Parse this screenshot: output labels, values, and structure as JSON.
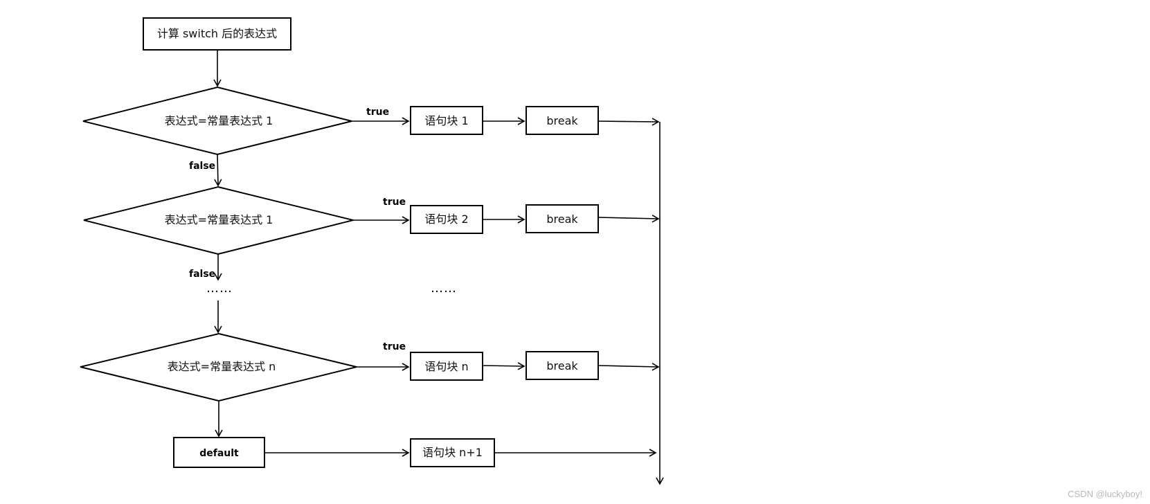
{
  "diagram": {
    "start": "计算 switch 后的表达式",
    "conditions": [
      "表达式=常量表达式 1",
      "表达式=常量表达式 1",
      "表达式=常量表达式 n"
    ],
    "true_label": "true",
    "false_label": "false",
    "statements": [
      "语句块 1",
      "语句块 2",
      "语句块 n",
      "语句块 n+1"
    ],
    "break_label": "break",
    "default_label": "default",
    "ellipsis": "……"
  },
  "watermark": "CSDN @luckyboy!"
}
